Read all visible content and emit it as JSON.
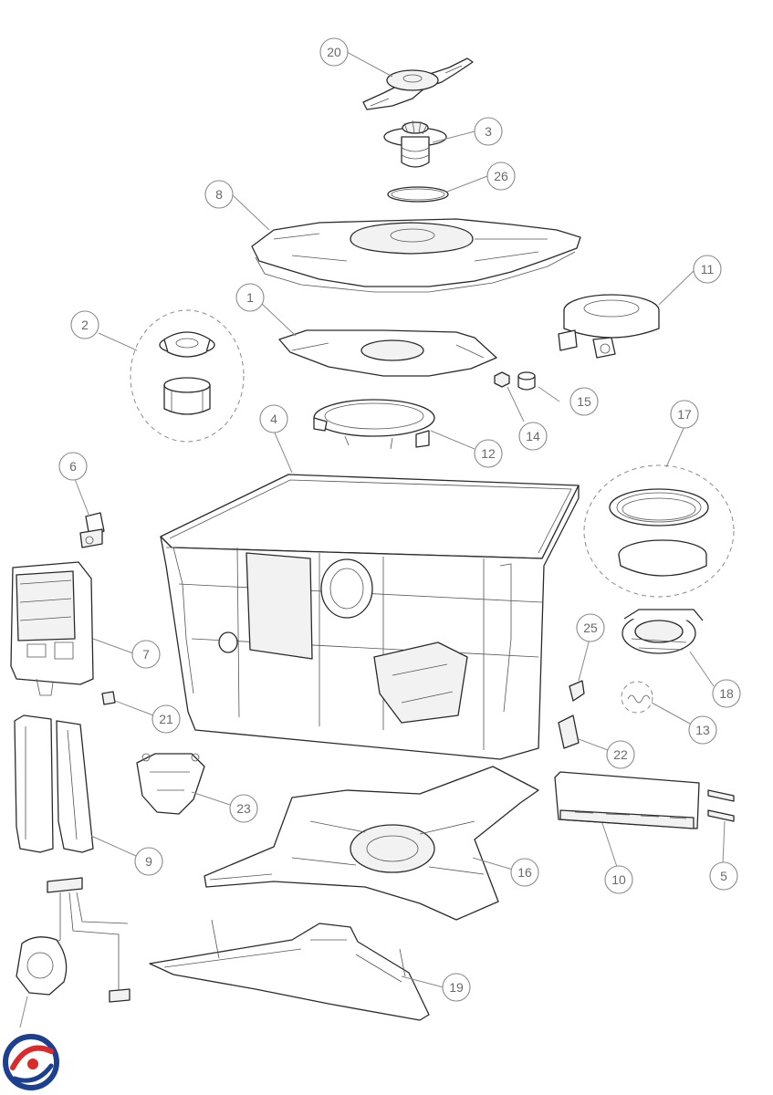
{
  "diagram": {
    "type": "exploded-parts-view",
    "callouts": [
      {
        "id": "20",
        "label": "20"
      },
      {
        "id": "3",
        "label": "3"
      },
      {
        "id": "26",
        "label": "26"
      },
      {
        "id": "8",
        "label": "8"
      },
      {
        "id": "11",
        "label": "11"
      },
      {
        "id": "1",
        "label": "1"
      },
      {
        "id": "2",
        "label": "2"
      },
      {
        "id": "15",
        "label": "15"
      },
      {
        "id": "14",
        "label": "14"
      },
      {
        "id": "12",
        "label": "12"
      },
      {
        "id": "4",
        "label": "4"
      },
      {
        "id": "17",
        "label": "17"
      },
      {
        "id": "6",
        "label": "6"
      },
      {
        "id": "7",
        "label": "7"
      },
      {
        "id": "25",
        "label": "25"
      },
      {
        "id": "18",
        "label": "18"
      },
      {
        "id": "13",
        "label": "13"
      },
      {
        "id": "21",
        "label": "21"
      },
      {
        "id": "22",
        "label": "22"
      },
      {
        "id": "23",
        "label": "23"
      },
      {
        "id": "9",
        "label": "9"
      },
      {
        "id": "16",
        "label": "16"
      },
      {
        "id": "10",
        "label": "10"
      },
      {
        "id": "5",
        "label": "5"
      },
      {
        "id": "19",
        "label": "19"
      }
    ],
    "logo": {
      "name": "brand-logo",
      "colors": [
        "#1d3f8f",
        "#d92b2b"
      ]
    }
  }
}
